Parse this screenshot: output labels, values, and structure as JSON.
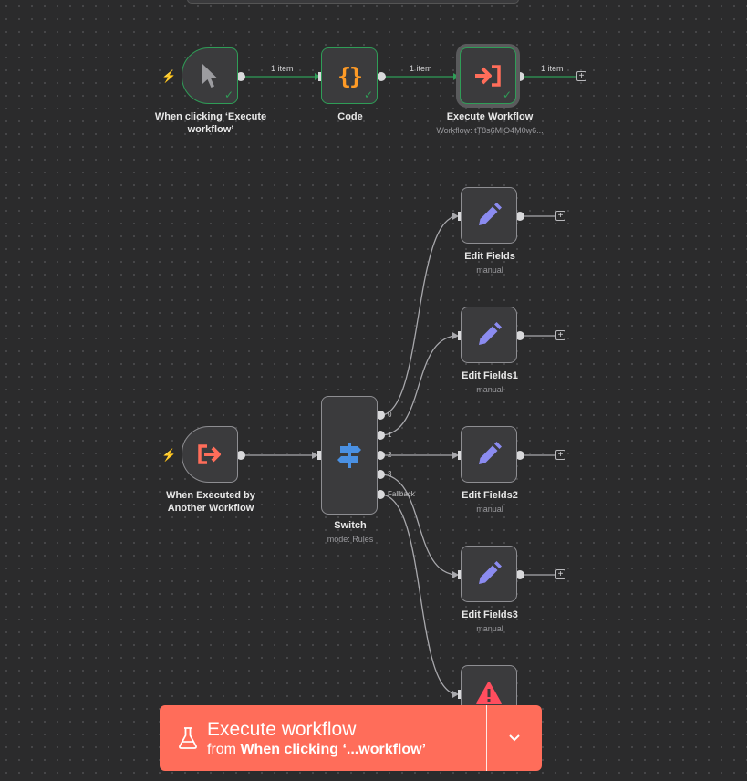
{
  "canvas": {
    "accent_color": "#ff6d5a",
    "success_color": "#2f9d57"
  },
  "top_flow": {
    "trigger": {
      "label": "When clicking ‘Execute workflow’",
      "icon": "mouse-pointer-icon"
    },
    "code": {
      "label": "Code",
      "icon": "code-braces-icon"
    },
    "execute": {
      "label": "Execute Workflow",
      "subtitle": "Workflow: tT8s6MlO4M0w6...",
      "icon": "execute-workflow-icon"
    },
    "edge_labels": [
      "1 item",
      "1 item",
      "1 item"
    ]
  },
  "bottom_flow": {
    "trigger": {
      "label": "When Executed by Another Workflow",
      "icon": "workflow-exit-icon"
    },
    "switch": {
      "label": "Switch",
      "subtitle": "mode: Rules",
      "icon": "signpost-icon",
      "outputs": [
        "0",
        "1",
        "2",
        "3",
        "Fallback"
      ]
    },
    "edit_nodes": [
      {
        "label": "Edit Fields",
        "subtitle": "manual"
      },
      {
        "label": "Edit Fields1",
        "subtitle": "manual"
      },
      {
        "label": "Edit Fields2",
        "subtitle": "manual"
      },
      {
        "label": "Edit Fields3",
        "subtitle": "manual"
      }
    ],
    "error_node": {
      "icon": "warning-triangle-icon"
    }
  },
  "execute_button": {
    "title": "Execute workflow",
    "from_prefix": "from",
    "from_target": "When clicking ‘...workflow’",
    "icon": "flask-icon",
    "dropdown_icon": "chevron-down-icon"
  }
}
